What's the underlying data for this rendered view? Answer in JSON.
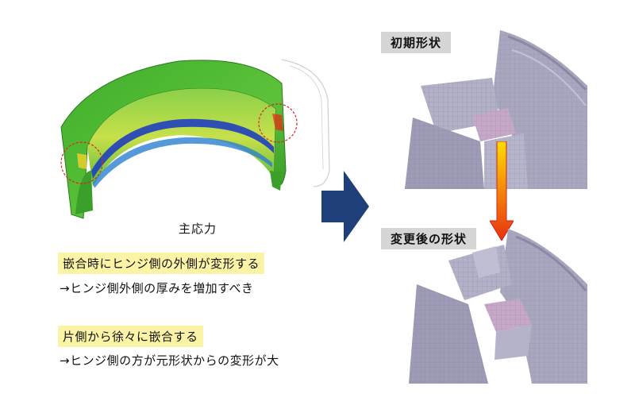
{
  "left": {
    "caption": "主応力"
  },
  "notes": [
    {
      "headline": "嵌合時にヒンジ側の外側が変形する",
      "detail": "→ヒンジ側外側の厚みを増加すべき"
    },
    {
      "headline": "片側から徐々に嵌合する",
      "detail": "→ヒンジ側の方が元形状からの変形が大"
    }
  ],
  "right": {
    "initial_label": "初期形状",
    "deformed_label": "変更後の形状"
  },
  "colors": {
    "highlight": "#fbf3a6",
    "label_bg": "#d6d6d6",
    "main_arrow": "#1f3f7a",
    "down_arrow_top": "#ffdd00",
    "down_arrow_bottom": "#e83010",
    "mesh": "#9f9db8"
  }
}
